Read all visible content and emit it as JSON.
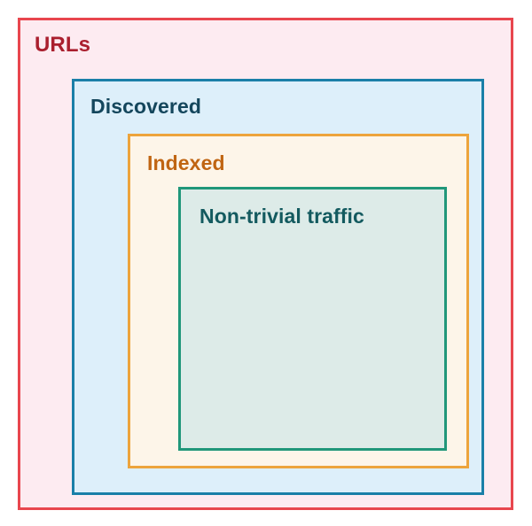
{
  "diagram": {
    "type": "nested-set-diagram",
    "title": "",
    "levels": [
      {
        "id": "urls",
        "label": "URLs",
        "border_color": "#e8464e",
        "fill_color": "#fdebf1",
        "text_color": "#aa1f2e",
        "depth": 0
      },
      {
        "id": "discovered",
        "label": "Discovered",
        "border_color": "#1a7fa8",
        "fill_color": "#ddeffa",
        "text_color": "#14465c",
        "depth": 1
      },
      {
        "id": "indexed",
        "label": "Indexed",
        "border_color": "#eda43c",
        "fill_color": "#fdf5e9",
        "text_color": "#c06512",
        "depth": 2
      },
      {
        "id": "traffic",
        "label": "Non-trivial traffic",
        "border_color": "#20977a",
        "fill_color": "#ddebe8",
        "text_color": "#135a5f",
        "depth": 3
      }
    ],
    "background": "#ffffff"
  }
}
